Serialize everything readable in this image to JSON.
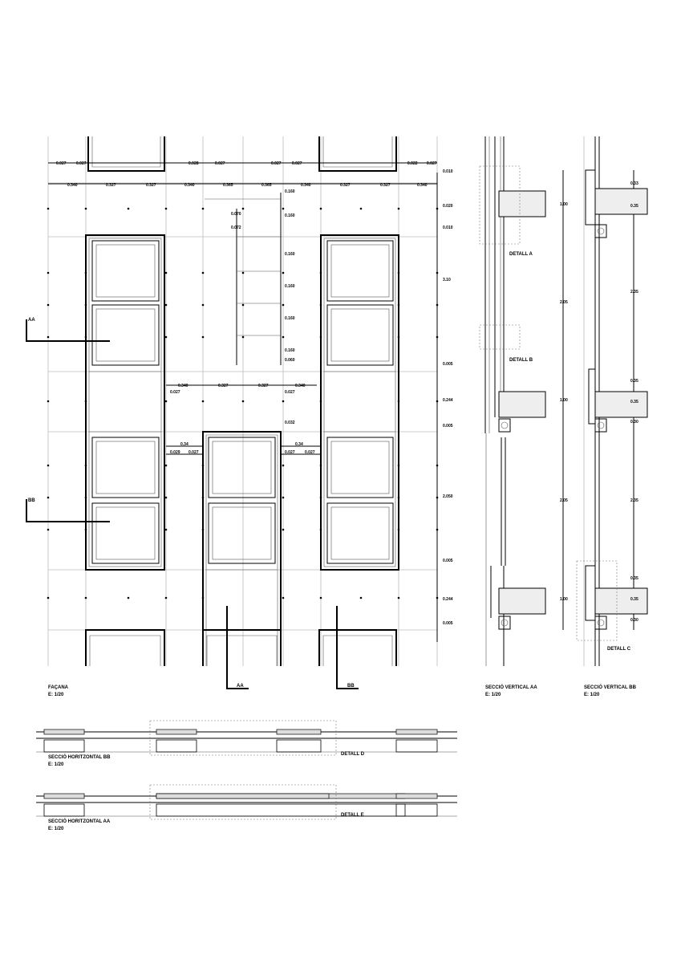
{
  "facade": {
    "title": "FAÇANA",
    "scale": "E: 1/20",
    "section_marks": [
      "AA",
      "BB"
    ],
    "dims_top": [
      "0.340",
      "0.327",
      "0.327",
      "0.340",
      "0.365",
      "0.365",
      "0.340",
      "0.327",
      "0.327",
      "0.340"
    ],
    "dims_top_small": [
      "0.027",
      "0.027",
      "0.028",
      "0.027",
      "0.027",
      "0.027",
      "0.022",
      "0.027"
    ],
    "dims_right": [
      "0.010",
      "0.020",
      "0.010",
      "3.10",
      "0.005",
      "0.244",
      "0.005",
      "2.050",
      "0.005",
      "0.244",
      "0.005"
    ],
    "dims_center": [
      "0.160",
      "0.160",
      "0.160",
      "0.160",
      "0.160",
      "0.160",
      "0.070",
      "0.072",
      "0.060",
      "0.032"
    ],
    "dims_mid": [
      "0.340",
      "0.327",
      "0.327",
      "0.340",
      "0.027",
      "0.027",
      "0.34",
      "0.34",
      "0.029",
      "0.027",
      "0.027",
      "0.027"
    ]
  },
  "vertical_aa": {
    "title": "SECCIÓ VERTICAL AA",
    "scale": "E: 1/20",
    "details": [
      "DETALL A",
      "DETALL B"
    ]
  },
  "vertical_bb": {
    "title": "SECCIÓ VERTICAL BB",
    "scale": "E: 1/20",
    "details": [
      "DETALL C"
    ],
    "dims_left": [
      "1.00",
      "2.05",
      "1.00",
      "2.05",
      "1.00"
    ],
    "dims_right": [
      "0.33",
      "0.35",
      "2.35",
      "0.35",
      "0.35",
      "0.30",
      "2.35",
      "0.35",
      "0.35",
      "0.30"
    ]
  },
  "horizontal_bb": {
    "title": "SECCIÓ HORITZONTAL BB",
    "scale": "E: 1/20",
    "detail": "DETALL D"
  },
  "horizontal_aa": {
    "title": "SECCIÓ HORITZONTAL AA",
    "scale": "E: 1/20",
    "detail": "DETALL E"
  }
}
